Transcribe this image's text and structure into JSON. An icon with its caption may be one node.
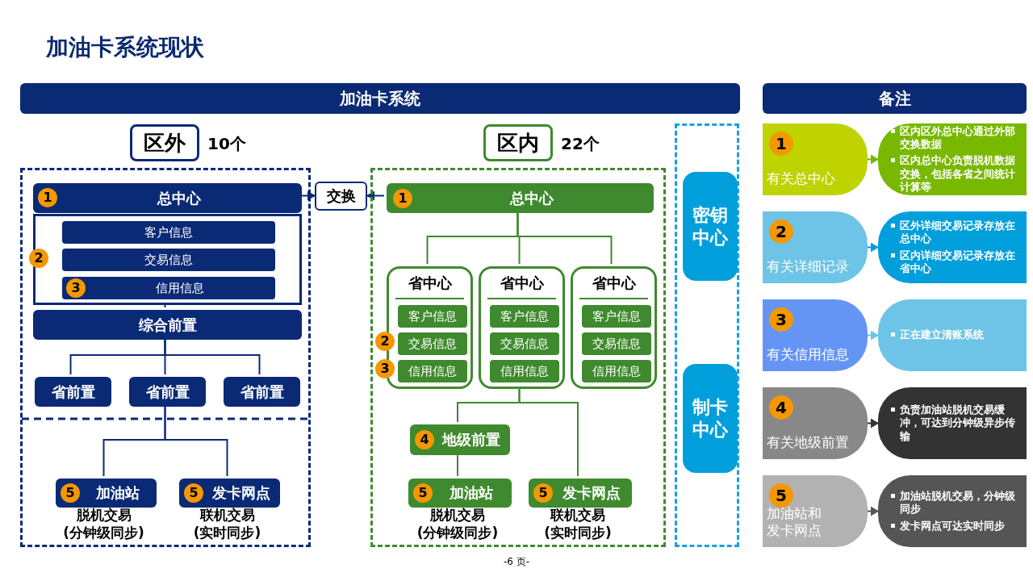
{
  "diagram": {
    "title": "加油卡系统现状",
    "nodes": [
      {
        "text": [
          "加油卡系统"
        ]
      },
      {
        "text": [
          "区外"
        ],
        "beside": [
          "10个"
        ]
      },
      {
        "text": [],
        "shape": "box"
      },
      {
        "text": [
          "总中心"
        ],
        "in": 2
      },
      {
        "text": [
          "1"
        ],
        "in": 3
      },
      {
        "text": [],
        "shape": "box",
        "in": 2
      },
      {
        "text": [
          "客户信息"
        ],
        "in": 5
      },
      {
        "text": [
          "交易信息"
        ],
        "in": 5
      },
      {
        "text": [
          "信用信息"
        ],
        "in": 5
      },
      {
        "text": [
          "3"
        ],
        "in": 8
      },
      {
        "text": [
          "2"
        ],
        "in": 2
      },
      {
        "text": [
          "综合前置"
        ],
        "in": 2
      },
      {
        "text": [
          "省前置"
        ],
        "in": 2
      },
      {
        "text": [
          "省前置"
        ],
        "in": 2
      },
      {
        "text": [
          "省前置"
        ],
        "in": 2
      },
      {
        "text": [
          "加油站"
        ],
        "in": 2,
        "beside": [
          "脱机交易",
          "(分钟级同步)"
        ]
      },
      {
        "text": [
          "5"
        ],
        "in": 15
      },
      {
        "text": [
          "发卡网点"
        ],
        "in": 2,
        "beside": [
          "联机交易",
          "(实时同步)"
        ]
      },
      {
        "text": [
          "5"
        ],
        "in": 17
      },
      {
        "text": [
          "交换"
        ]
      },
      {
        "text": [
          "区内"
        ],
        "beside": [
          "22个"
        ]
      },
      {
        "text": [],
        "shape": "box"
      },
      {
        "text": [
          "总中心"
        ],
        "in": 21
      },
      {
        "text": [
          "1"
        ],
        "in": 22
      },
      {
        "text": [
          "省中心"
        ],
        "in": 21
      },
      {
        "text": [
          "客户信息"
        ],
        "in": 24
      },
      {
        "text": [
          "交易信息"
        ],
        "in": 24
      },
      {
        "text": [
          "信用信息"
        ],
        "in": 24
      },
      {
        "text": [
          "省中心"
        ],
        "in": 21
      },
      {
        "text": [
          "客户信息"
        ],
        "in": 28
      },
      {
        "text": [
          "交易信息"
        ],
        "in": 28
      },
      {
        "text": [
          "信用信息"
        ],
        "in": 28
      },
      {
        "text": [
          "省中心"
        ],
        "in": 21
      },
      {
        "text": [
          "客户信息"
        ],
        "in": 32
      },
      {
        "text": [
          "交易信息"
        ],
        "in": 32
      },
      {
        "text": [
          "信用信息"
        ],
        "in": 32
      },
      {
        "text": [
          "2"
        ],
        "in": 21
      },
      {
        "text": [
          "3"
        ],
        "in": 21
      },
      {
        "text": [
          "地级前置"
        ],
        "in": 21
      },
      {
        "text": [
          "4"
        ],
        "in": 38
      },
      {
        "text": [
          "加油站"
        ],
        "in": 21,
        "beside": [
          "脱机交易",
          "(分钟级同步)"
        ]
      },
      {
        "text": [
          "5"
        ],
        "in": 40
      },
      {
        "text": [
          "发卡网点"
        ],
        "in": 21,
        "beside": [
          "联机交易",
          "(实时同步)"
        ]
      },
      {
        "text": [
          "5"
        ],
        "in": 42
      },
      {
        "text": [],
        "shape": "box"
      },
      {
        "text": [
          "密钥中心"
        ],
        "in": 44
      },
      {
        "text": [
          "制卡中心"
        ],
        "in": 44
      },
      {
        "text": [
          "备注"
        ]
      },
      {
        "text": [
          "有关总中心"
        ]
      },
      {
        "text": [
          "1"
        ],
        "in": 48
      },
      {
        "text": [
          "区内区外总中心通过外部交换数据",
          "区内总中心负责脱机数据交换，包括各省之间统计计算等"
        ]
      },
      {
        "text": [
          "有关详细记录"
        ]
      },
      {
        "text": [
          "2"
        ],
        "in": 51
      },
      {
        "text": [
          "区外详细交易记录存放在总中心",
          "区内详细交易记录存放在省中心"
        ]
      },
      {
        "text": [
          "有关信用信息"
        ]
      },
      {
        "text": [
          "3"
        ],
        "in": 54
      },
      {
        "text": [
          "正在建立清账系统"
        ]
      },
      {
        "text": [
          "有关地级前置"
        ]
      },
      {
        "text": [
          "4"
        ],
        "in": 57
      },
      {
        "text": [
          "负责加油站脱机交易缓冲，可达到分钟级异步传输"
        ]
      },
      {
        "text": [
          "加油站和发卡网点"
        ]
      },
      {
        "text": [
          "5"
        ],
        "in": 60
      },
      {
        "text": [
          "加油站脱机交易，分钟级同步",
          "发卡网点可达实时同步"
        ]
      }
    ],
    "edges": [
      {
        "from": 3,
        "to": 19,
        "arrow": "to",
        "color": "#0b2a75"
      },
      {
        "from": 22,
        "to": 19,
        "arrow": "to",
        "color": "#0b2a75"
      },
      {
        "from": 5,
        "to": 11,
        "arrow": "none",
        "color": "#0b2a75"
      },
      {
        "from": 11,
        "to": 12,
        "arrow": "none",
        "color": "#0b2a75"
      },
      {
        "from": 11,
        "to": 13,
        "arrow": "none",
        "color": "#0b2a75"
      },
      {
        "from": 11,
        "to": 14,
        "arrow": "none",
        "color": "#0b2a75"
      },
      {
        "from": 13,
        "to": 15,
        "arrow": "none",
        "color": "#0b2a75"
      },
      {
        "from": 13,
        "to": 17,
        "arrow": "none",
        "color": "#0b2a75"
      },
      {
        "from": 22,
        "to": 24,
        "arrow": "none",
        "color": "#3f8a2e"
      },
      {
        "from": 22,
        "to": 28,
        "arrow": "none",
        "color": "#3f8a2e"
      },
      {
        "from": 22,
        "to": 32,
        "arrow": "none",
        "color": "#3f8a2e"
      },
      {
        "from": 28,
        "to": 38,
        "arrow": "none",
        "color": "#3f8a2e"
      },
      {
        "from": 28,
        "to": 42,
        "arrow": "none",
        "color": "#3f8a2e"
      },
      {
        "from": 38,
        "to": 40,
        "arrow": "none",
        "color": "#3f8a2e"
      },
      {
        "from": 48,
        "to": 50,
        "arrow": "to",
        "color": "#78b800"
      },
      {
        "from": 51,
        "to": 53,
        "arrow": "to",
        "color": "#009fdc"
      },
      {
        "from": 54,
        "to": 56,
        "arrow": "to",
        "color": "#6ec4e6"
      },
      {
        "from": 57,
        "to": 59,
        "arrow": "to",
        "color": "#333333"
      },
      {
        "from": 60,
        "to": 62,
        "arrow": "to",
        "color": "#555555"
      }
    ],
    "labels": [
      "-6 页-"
    ]
  }
}
